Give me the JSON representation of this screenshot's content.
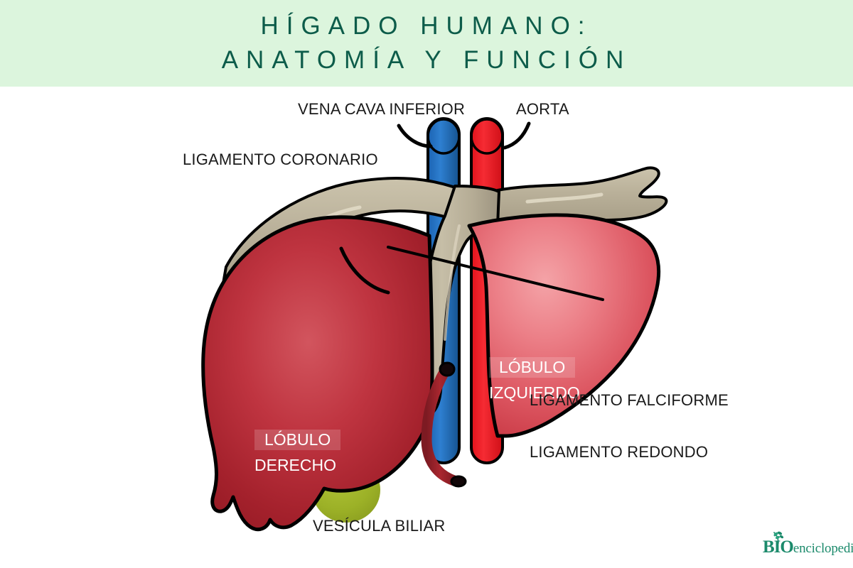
{
  "header": {
    "line1": "HÍGADO HUMANO:",
    "line2": "ANATOMÍA Y FUNCIÓN",
    "background_color": "#dcf5dd",
    "text_color": "#0d5c4a"
  },
  "diagram": {
    "type": "anatomical-illustration",
    "subject": "human liver",
    "background_color": "#ffffff",
    "labels": {
      "vena_cava_inferior": "VENA CAVA INFERIOR",
      "aorta": "AORTA",
      "ligamento_coronario": "LIGAMENTO CORONARIO",
      "ligamento_falciforme": "LIGAMENTO FALCIFORME",
      "ligamento_redondo": "LIGAMENTO REDONDO",
      "vesicula_biliar": "VESÍCULA BILIAR",
      "lobulo_derecho_line1": "LÓBULO",
      "lobulo_derecho_line2": "DERECHO",
      "lobulo_izquierdo_line1": "LÓBULO",
      "lobulo_izquierdo_line2": "IZQUIERDO"
    },
    "colors": {
      "liver_right_lobe_dark": "#9e1b26",
      "liver_right_lobe_light": "#c8414c",
      "liver_left_lobe_light": "#ef8d93",
      "liver_left_lobe_dark": "#cf3a45",
      "ligament_tan": "#b6ad96",
      "ligament_tan_light": "#cdc5b0",
      "gallbladder_olive": "#9aaf26",
      "vein_blue": "#1f6fc4",
      "artery_red": "#ee1c25",
      "round_ligament": "#8f1f28",
      "outline": "#000000",
      "label_text": "#1a1a1a",
      "organ_label_text": "#ffffff"
    }
  },
  "logo": {
    "bio": "BIO",
    "word": "enciclopedia",
    "color": "#1b8a6b"
  }
}
